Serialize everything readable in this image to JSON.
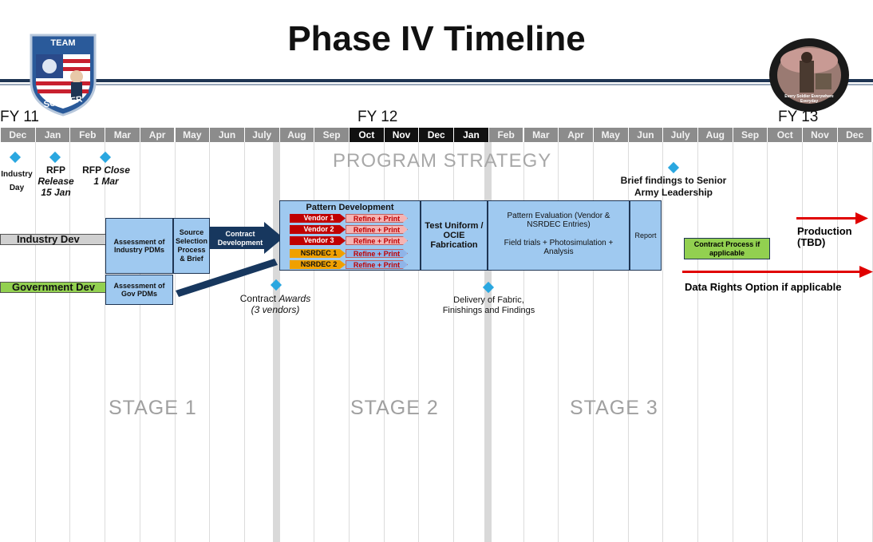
{
  "title": "Phase IV Timeline",
  "logo_left_text": [
    "TEAM",
    "SOLDIER"
  ],
  "logo_right_text": "Every Soldier Everywhere Everyday",
  "fiscal_years": [
    "FY 11",
    "FY 12",
    "FY 13"
  ],
  "months": [
    "Dec",
    "Jan",
    "Feb",
    "Mar",
    "Apr",
    "May",
    "Jun",
    "July",
    "Aug",
    "Sep",
    "Oct",
    "Nov",
    "Dec",
    "Jan",
    "Feb",
    "Mar",
    "Apr",
    "May",
    "Jun",
    "July",
    "Aug",
    "Sep",
    "Oct",
    "Nov",
    "Dec"
  ],
  "program_strategy": "PROGRAM STRATEGY",
  "milestones": {
    "industry_day": [
      "Industry",
      "Day"
    ],
    "rfp_release": [
      "RFP",
      "Release",
      "15 Jan"
    ],
    "rfp_close": [
      "RFP ",
      "Close",
      "1 Mar"
    ],
    "brief_findings": [
      "Brief findings to Senior",
      "Army Leadership"
    ],
    "contract_awards": [
      "Contract ",
      "Awards",
      "(3 vendors)"
    ],
    "delivery": [
      "Delivery of Fabric,",
      "Finishings and Findings"
    ]
  },
  "tracks": {
    "industry_dev": "Industry Dev",
    "government_dev": "Government Dev"
  },
  "boxes": {
    "assess_industry": "Assessment of Industry PDMs",
    "assess_gov": "Assessment of Gov PDMs",
    "source_selection": "Source Selection Process & Brief",
    "contract_development": "Contract Development",
    "pattern_development": "Pattern Development",
    "test_fabrication": "Test Uniform / OCIE Fabrication",
    "pattern_evaluation_title": "Pattern Evaluation (Vendor & NSRDEC Entries)",
    "pattern_evaluation_detail": "Field trials + Photosimulation + Analysis",
    "report": "Report",
    "contract_process": "Contract Process if applicable"
  },
  "pattern_rows": [
    {
      "name": "Vendor 1",
      "action": "Refine + Print",
      "kind": "vendor"
    },
    {
      "name": "Vendor 2",
      "action": "Refine + Print",
      "kind": "vendor"
    },
    {
      "name": "Vendor 3",
      "action": "Refine + Print",
      "kind": "vendor"
    },
    {
      "name": "NSRDEC 1",
      "action": "Refine + Print",
      "kind": "nsrdec"
    },
    {
      "name": "NSRDEC 2",
      "action": "Refine + Print",
      "kind": "nsrdec"
    }
  ],
  "production": [
    "Production",
    "(TBD)"
  ],
  "data_rights": "Data Rights Option if applicable",
  "stages": [
    "STAGE 1",
    "STAGE 2",
    "STAGE 3"
  ],
  "colors": {
    "navy": "#1f3553",
    "box": "#9fc9f0",
    "red": "#e00000",
    "green": "#92d050",
    "diamond": "#2aa7e0"
  }
}
